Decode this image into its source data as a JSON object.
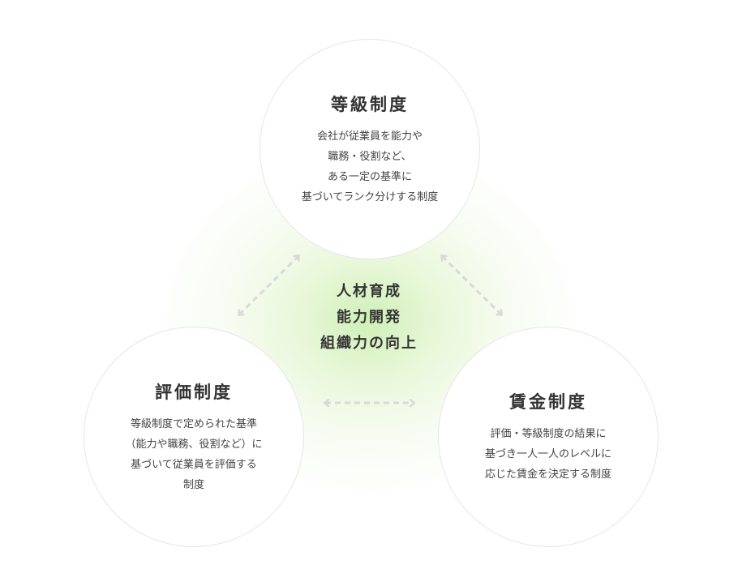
{
  "center": {
    "lines": [
      "人材育成",
      "能力開発",
      "組織力の向上"
    ]
  },
  "nodes": {
    "top": {
      "title": "等級制度",
      "desc": [
        "会社が従業員を能力や",
        "職務・役割など、",
        "ある一定の基準に",
        "基づいてランク分けする制度"
      ]
    },
    "left": {
      "title": "評価制度",
      "desc": [
        "等級制度で定められた基準",
        "（能力や職務、役割など）に",
        "基づいて従業員を評価する",
        "制度"
      ]
    },
    "right": {
      "title": "賃金制度",
      "desc": [
        "評価・等級制度の結果に",
        "基づき一人一人のレベルに",
        "応じた賃金を決定する制度"
      ]
    }
  },
  "colors": {
    "arrow": "#d9d9d9",
    "glow": "#d2efba",
    "circle_border": "#e6e6e6"
  }
}
